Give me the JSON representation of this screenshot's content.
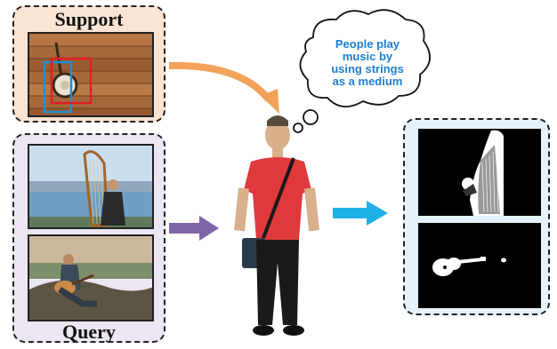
{
  "support": {
    "title": "Support"
  },
  "query": {
    "title": "Query"
  },
  "thought": {
    "lines": [
      "People play",
      "music by",
      "using strings",
      "as a medium"
    ]
  },
  "colors": {
    "support_bg": "#fbe4d3",
    "query_bg": "#ece6f2",
    "output_bg": "#e5f1fb",
    "thought_text": "#1f7fcf",
    "arrow_orange": "#f2a25a",
    "arrow_purple": "#8064a8",
    "arrow_cyan": "#1eb0e8",
    "shirt": "#e0393c",
    "skin": "#d8b08c",
    "pants": "#1a1a1a"
  },
  "icons": [
    "person-icon",
    "thought-bubble-icon",
    "arrow-right-icon",
    "arrow-curved-icon"
  ]
}
